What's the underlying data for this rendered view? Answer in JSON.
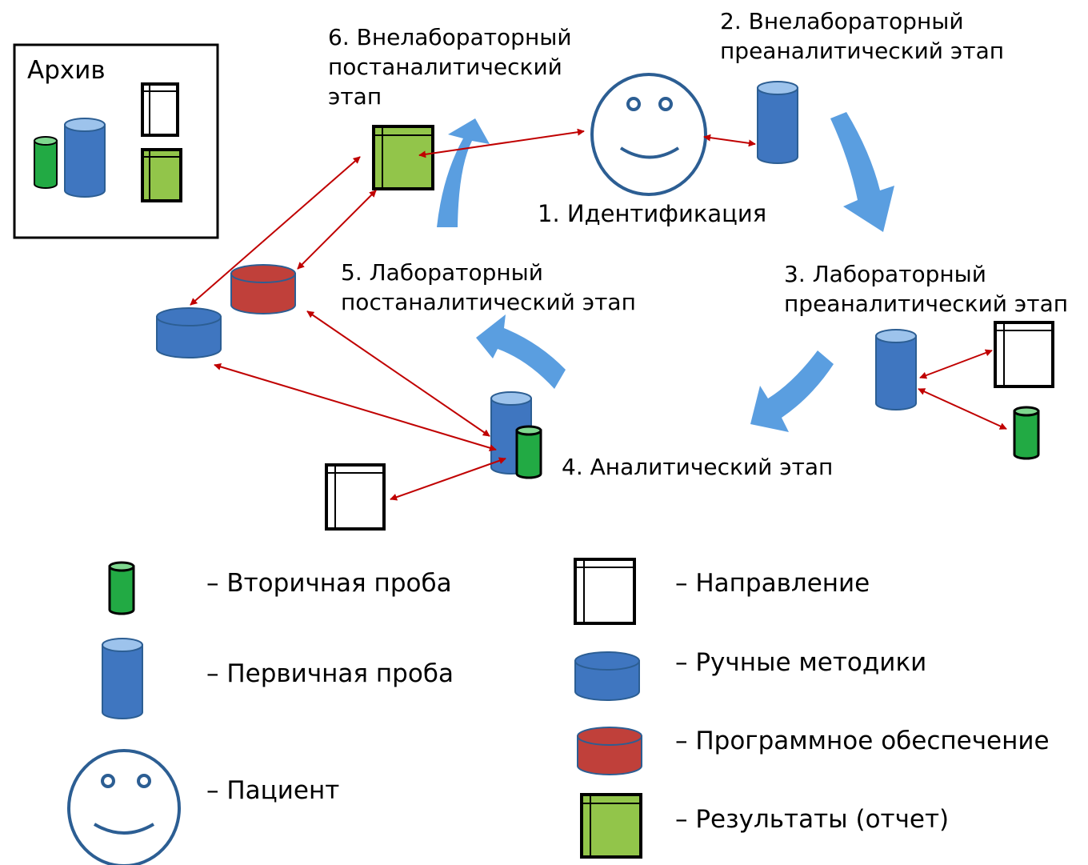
{
  "archive": {
    "label": "Архив"
  },
  "stages": {
    "s1": "1. Идентификация",
    "s2_line1": "2. Внелабораторный",
    "s2_line2": "преаналитический этап",
    "s3_line1": "3. Лабораторный",
    "s3_line2": "преаналитический этап",
    "s4": "4. Аналитический этап",
    "s5_line1": "5. Лабораторный",
    "s5_line2": "постаналитический этап",
    "s6_line1": "6. Внелабораторный",
    "s6_line2": "постаналитический",
    "s6_line3": "этап"
  },
  "legend": {
    "secondary_sample": "– Вторичная проба",
    "primary_sample": "– Первичная проба",
    "patient": "– Пациент",
    "referral": "– Направление",
    "manual_methods": "– Ручные методики",
    "software": "– Программное обеспечение",
    "results": "– Результаты (отчет)"
  },
  "colors": {
    "primary_blue": "#3f76c0",
    "cylinder_top": "#9dc3ec",
    "secondary_green": "#22aa44",
    "secondary_top": "#7fd88f",
    "software_red": "#c0403a",
    "report_green": "#92c54a",
    "flow_arrow": "#5a9ee0",
    "link_arrow": "#c00000",
    "patient_stroke": "#2c5e93"
  }
}
